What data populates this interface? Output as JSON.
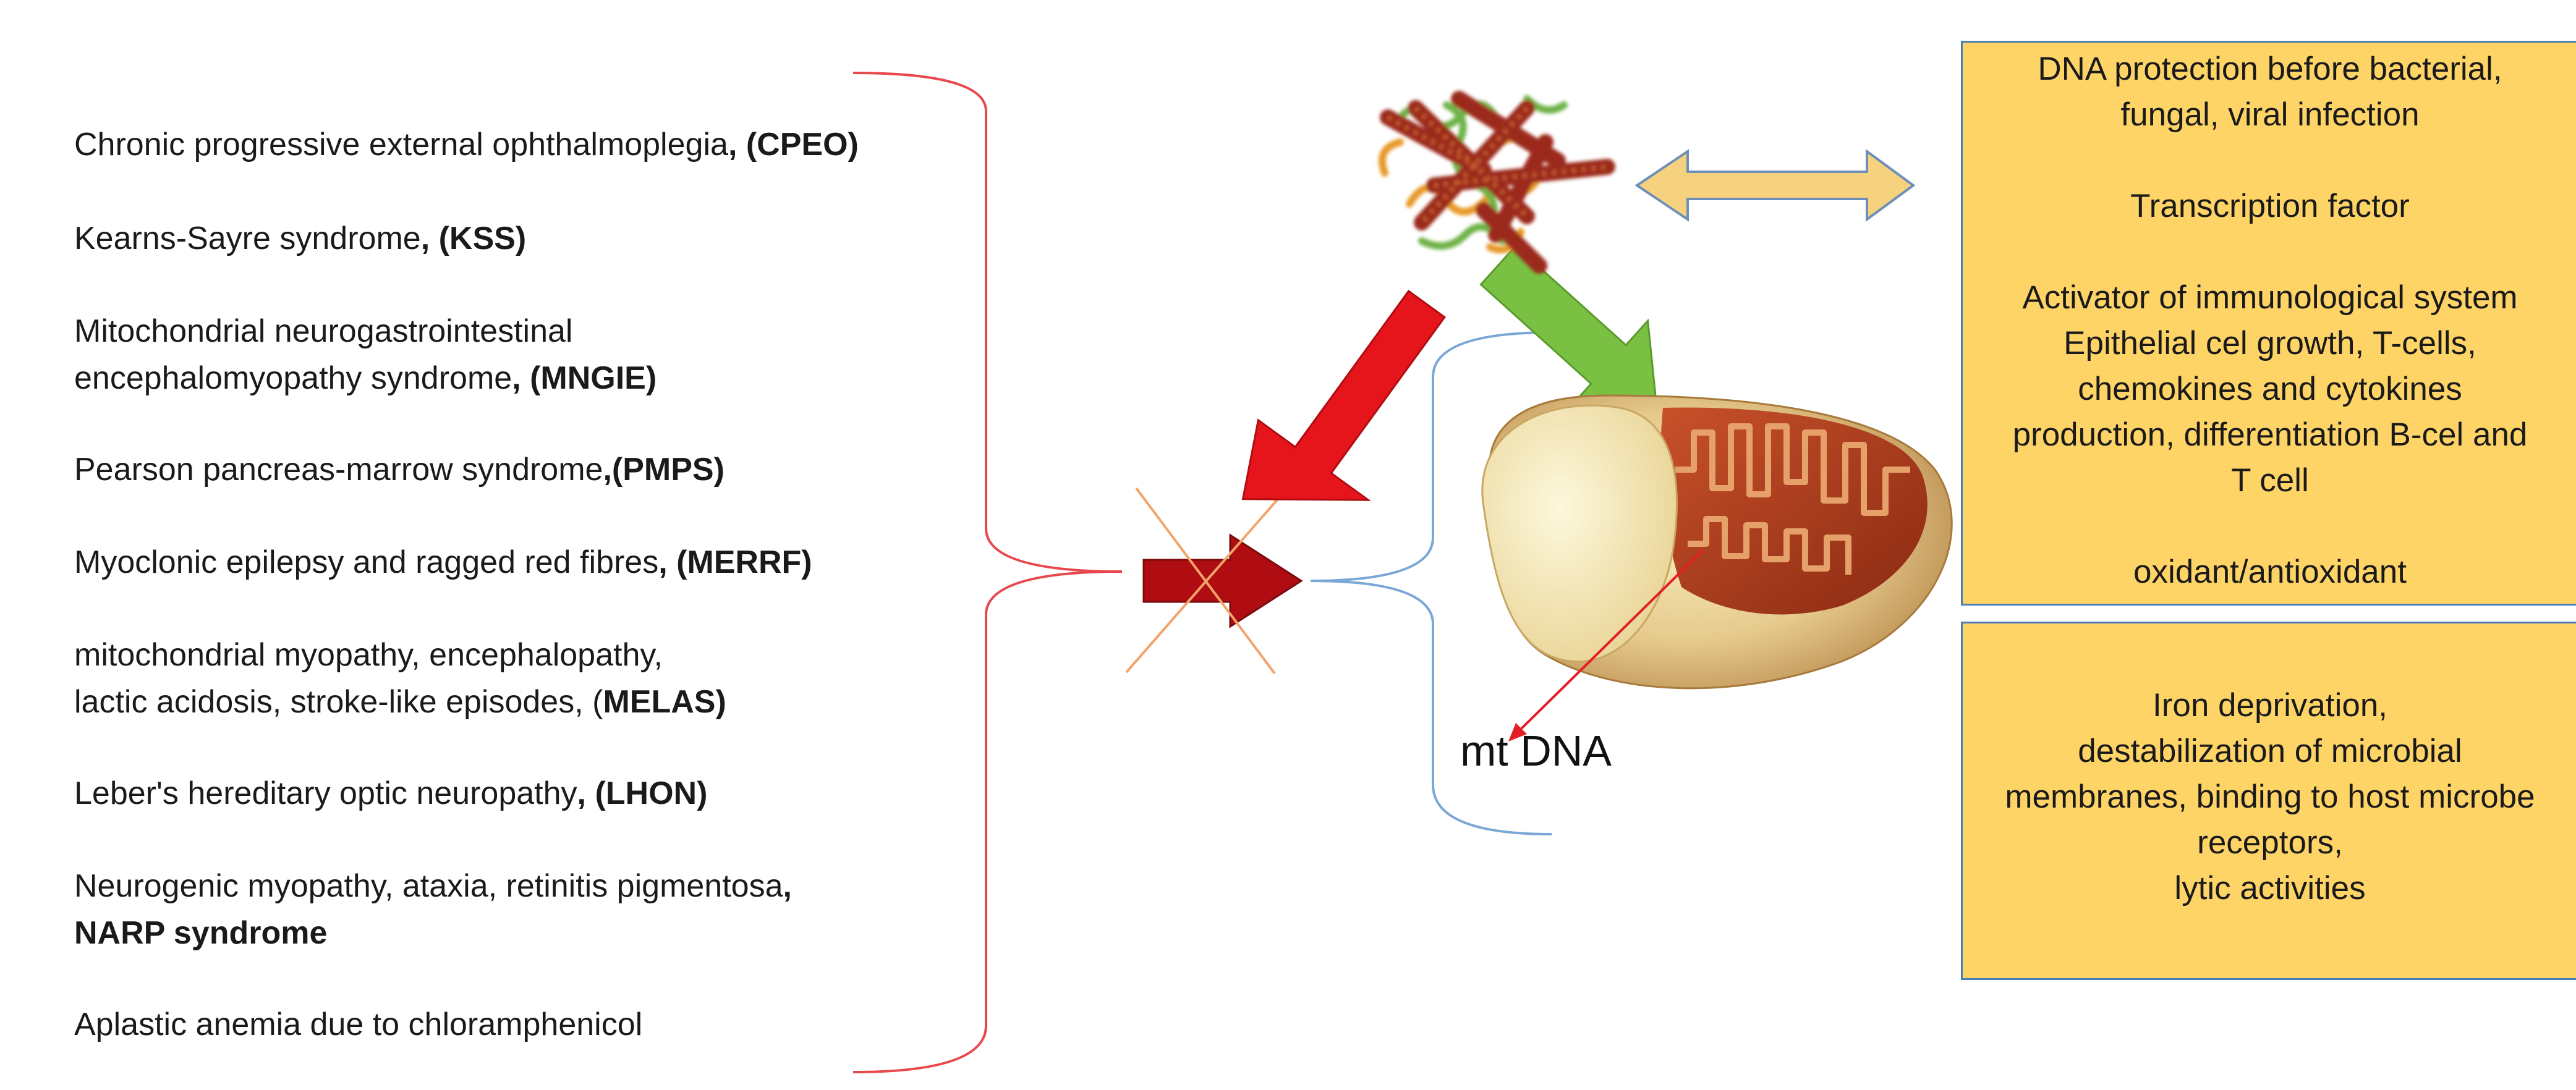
{
  "diseases": [
    {
      "text": "Chronic progressive external ophthalmoplegia",
      "abbr": ", (CPEO)"
    },
    {
      "text": "Kearns-Sayre syndrome",
      "abbr": ", (KSS)"
    },
    {
      "text": "Mitochondrial neurogastrointestinal",
      "text2": "encephalomyopathy syndrome",
      "abbr": ", (MNGIE)"
    },
    {
      "text": "Pearson pancreas-marrow syndrome",
      "abbr": ",(PMPS)"
    },
    {
      "text": "Myoclonic epilepsy and ragged red fibres",
      "abbr": ", (MERRF)"
    },
    {
      "text": "mitochondrial myopathy, encephalopathy,",
      "text2": "lactic acidosis, stroke-like episodes, (",
      "abbr": "MELAS)"
    },
    {
      "text": "Leber's hereditary optic neuropathy",
      "abbr": ", (LHON)"
    },
    {
      "text": "Neurogenic myopathy, ataxia, retinitis pigmentosa",
      "abbr": ",",
      "abbr2": "NARP syndrome"
    },
    {
      "text": "Aplastic anemia due to chloramphenicol"
    }
  ],
  "functions_box": {
    "lines": [
      "DNA protection before bacterial,",
      "fungal, viral infection",
      "",
      "Transcription factor",
      "",
      "Activator of immunological system",
      "Epithelial cel growth, T-cells,",
      "chemokines and cytokines",
      "production, differentiation B-cel and",
      "T cell",
      "",
      "oxidant/antioxidant"
    ]
  },
  "antimicrobial_box": {
    "lines": [
      "Iron deprivation,",
      "destabilization of microbial",
      "membranes, binding to host microbe",
      "receptors,",
      "lytic activities"
    ]
  },
  "mt_dna_label": "mt DNA",
  "colors": {
    "box_fill": "#ffd467",
    "box_border": "#4a7fb5",
    "brace_red": "#e8474b",
    "brace_blue": "#7aa7d6",
    "red_arrow": "#e6141b",
    "dark_red_arrow": "#b00d12",
    "green_arrow": "#7ac143",
    "double_arrow": "#f7d27e",
    "cross_line": "#f3a46a"
  },
  "icons": [
    "protein-structure-icon",
    "mitochondrion-icon"
  ]
}
